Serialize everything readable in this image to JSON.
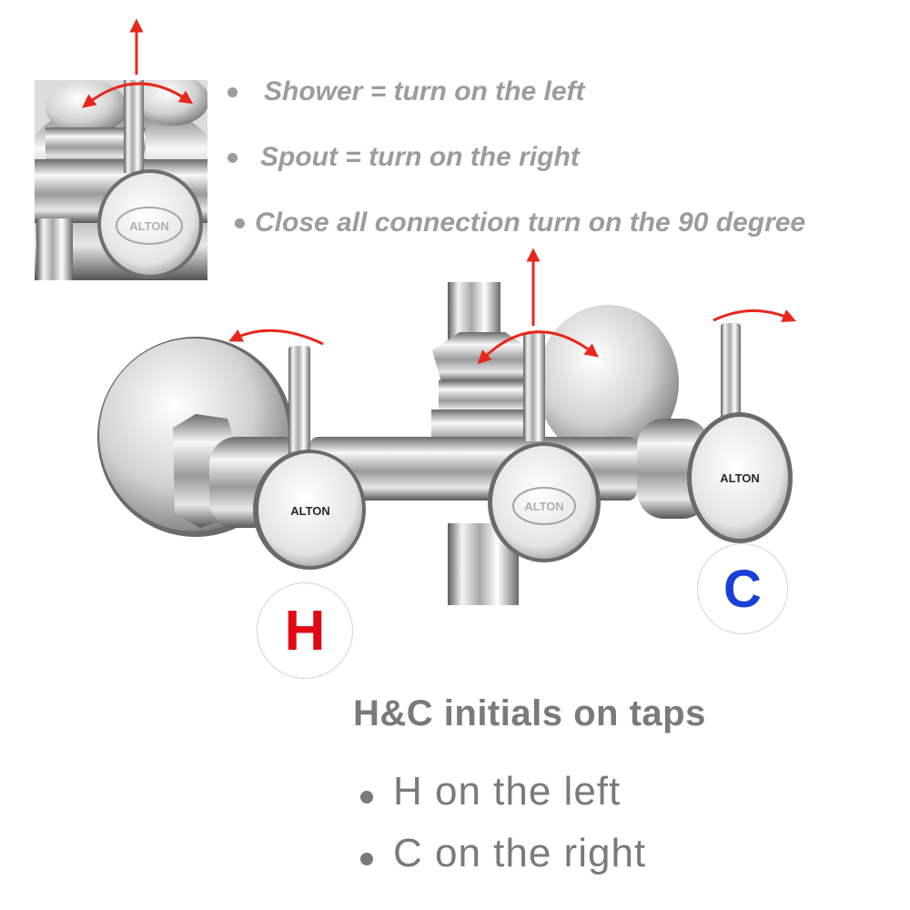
{
  "instructions": [
    "Shower = turn on the left",
    "Spout = turn on the right",
    "Close all connection turn on the 90 degree"
  ],
  "taps": {
    "hot_label": "H",
    "cold_label": "C",
    "brand": "ALTON",
    "hot_color": "#e30613",
    "cold_color": "#1a3fd6",
    "arrow_color": "#e8271c"
  },
  "hc_section": {
    "title": "H&C initials on taps",
    "items": [
      "H on the left",
      "C on the right"
    ]
  },
  "icons": [
    "up-arrow-icon",
    "rotate-arrow-icon",
    "bullet-icon"
  ]
}
